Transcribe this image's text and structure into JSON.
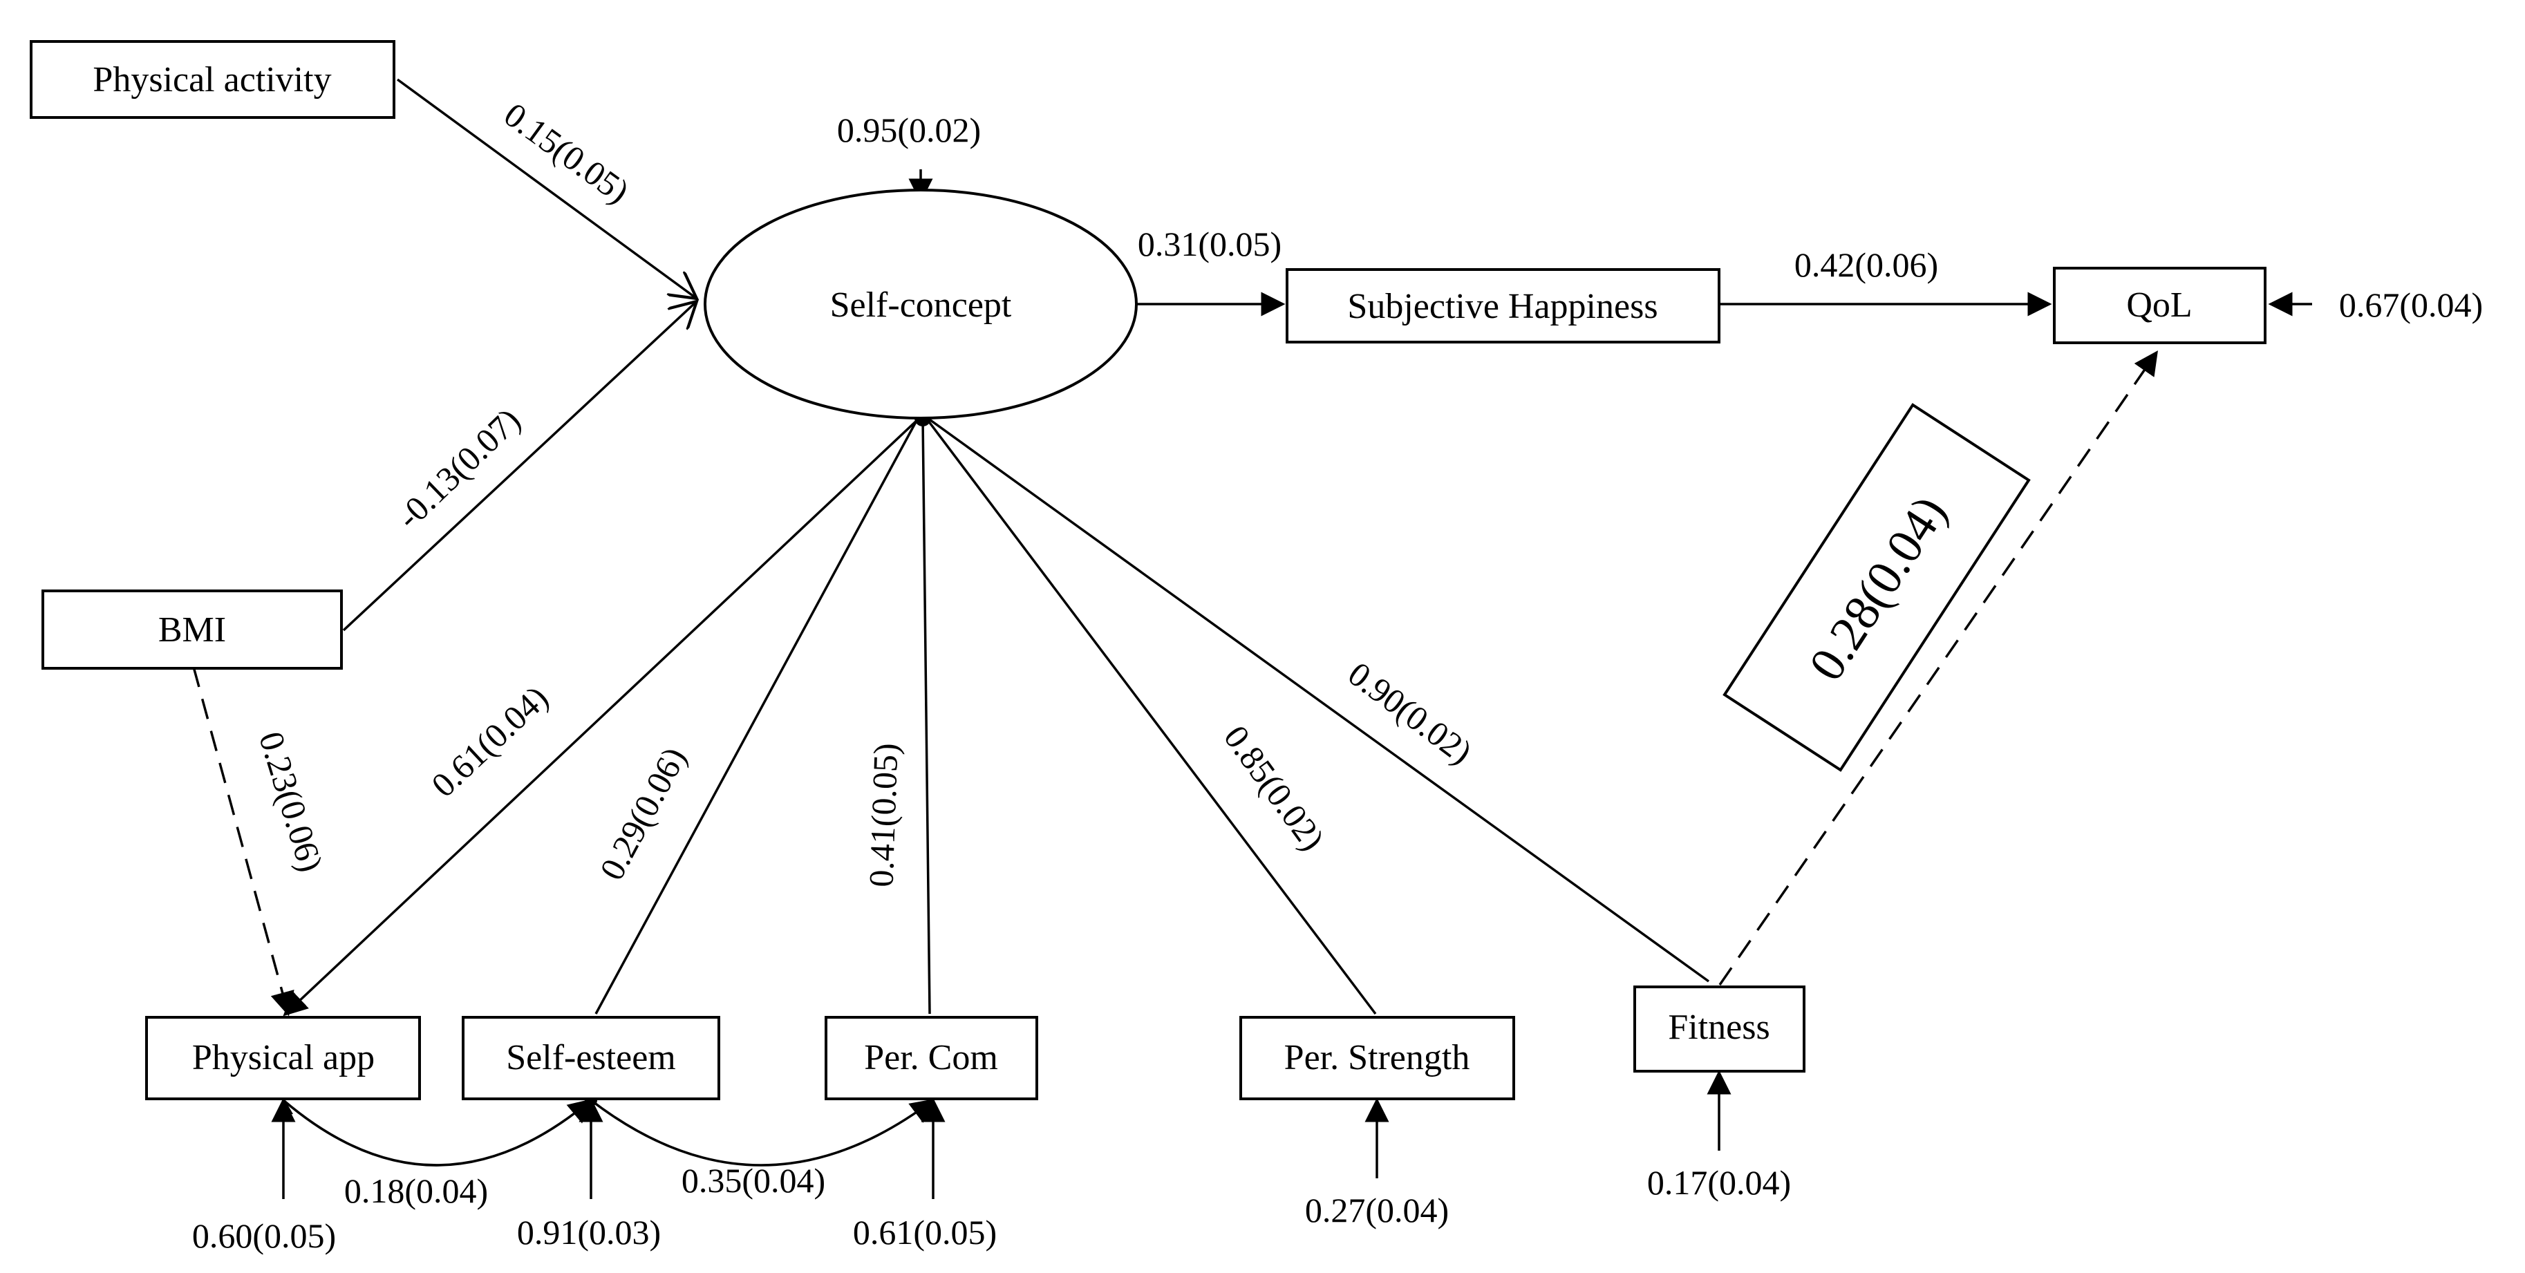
{
  "nodes": {
    "physical_activity": "Physical activity",
    "self_concept": "Self-concept",
    "subjective_happiness": "Subjective Happiness",
    "qol": "QoL",
    "bmi": "BMI",
    "physical_app": "Physical app",
    "self_esteem": "Self-esteem",
    "per_com": "Per. Com",
    "per_strength": "Per. Strength",
    "fitness": "Fitness"
  },
  "paths": {
    "physical_activity_to_self_concept": "0.15(0.05)",
    "bmi_to_self_concept": "-0.13(0.07)",
    "self_concept_to_happiness": "0.31(0.05)",
    "happiness_to_qol": "0.42(0.06)",
    "bmi_to_physical_app": "0.23(0.06)",
    "self_concept_to_physical_app": "0.61(0.04)",
    "self_concept_to_self_esteem": "0.29(0.06)",
    "self_concept_to_per_com": "0.41(0.05)",
    "self_concept_to_per_strength": "0.85(0.02)",
    "self_concept_to_fitness": "0.90(0.02)",
    "fitness_to_qol": "0.28(0.04)"
  },
  "errors": {
    "self_concept": "0.95(0.02)",
    "qol": "0.67(0.04)",
    "physical_app": "0.60(0.05)",
    "self_esteem": "0.91(0.03)",
    "per_com": "0.61(0.05)",
    "per_strength": "0.27(0.04)",
    "fitness": "0.17(0.04)"
  },
  "covariances": {
    "physical_app_self_esteem": "0.18(0.04)",
    "self_esteem_per_com": "0.35(0.04)"
  }
}
